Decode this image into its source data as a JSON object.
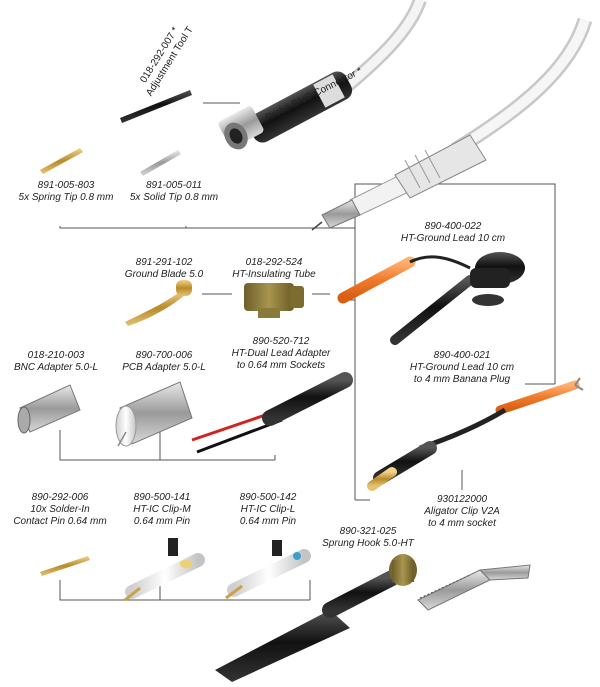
{
  "parts": {
    "adjustment_tool": {
      "code": "018-292-007 *",
      "name": "Adjustment Tool T"
    },
    "probe_connector": {
      "name": "Probe BNC-Connector *"
    },
    "spring_tip": {
      "code": "891-005-803",
      "name": "5x Spring Tip 0.8 mm"
    },
    "solid_tip": {
      "code": "891-005-011",
      "name": "5x Solid Tip 0.8 mm"
    },
    "ground_lead_10": {
      "code": "890-400-022",
      "name": "HT-Ground Lead 10 cm"
    },
    "ground_blade": {
      "code": "891-291-102",
      "name": "Ground Blade 5.0"
    },
    "insulating_tube": {
      "code": "018-292-524",
      "name": "HT-Insulating Tube"
    },
    "dual_lead_adapter": {
      "code": "890-520-712",
      "name": "HT-Dual Lead Adapter",
      "name2": "to 0.64 mm Sockets"
    },
    "bnc_adapter": {
      "code": "018-210-003",
      "name": "BNC Adapter 5.0-L"
    },
    "pcb_adapter": {
      "code": "890-700-006",
      "name": "PCB Adapter 5.0-L"
    },
    "ground_lead_banana": {
      "code": "890-400-021",
      "name": "HT-Ground Lead 10 cm",
      "name2": "to 4 mm Banana Plug"
    },
    "aligator_clip": {
      "code": "930122000",
      "name": "Aligator Clip V2A",
      "name2": "to 4 mm socket"
    },
    "solder_pin": {
      "code": "890-292-006",
      "name": "10x Solder-In",
      "name2": "Contact Pin 0.64 mm"
    },
    "ic_clip_m": {
      "code": "890-500-141",
      "name": "HT-IC Clip-M",
      "name2": "0.64 mm Pin"
    },
    "ic_clip_l": {
      "code": "890-500-142",
      "name": "HT-IC Clip-L",
      "name2": "0.64 mm Pin"
    },
    "sprung_hook": {
      "code": "890-321-025",
      "name": "Sprung Hook 5.0-HT"
    }
  },
  "colors": {
    "orange": "#f07a2a",
    "brass": "#c9a24a",
    "olive": "#8a7a3a",
    "black": "#1c1c1c",
    "steel": "#b8b8b8"
  }
}
